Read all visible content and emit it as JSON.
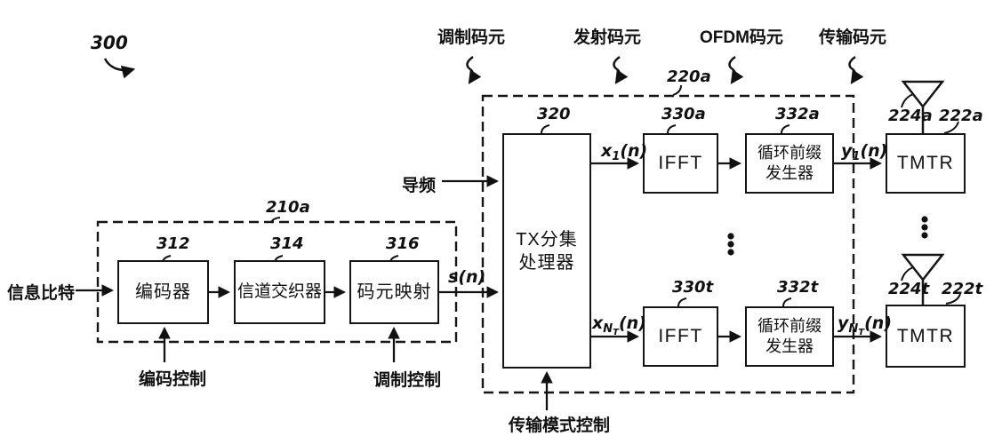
{
  "figure_ref": "300",
  "annotations": {
    "modulation_symbols": "调制码元",
    "transmit_symbols": "发射码元",
    "ofdm_symbols": "OFDM码元",
    "transmission_symbols": "传输码元"
  },
  "inputs": {
    "info_bits": "信息比特",
    "pilot": "导频"
  },
  "controls": {
    "coding": "编码控制",
    "modulation": "调制控制",
    "tx_mode": "传输模式控制"
  },
  "encoder_group": {
    "ref": "210a",
    "encoder": {
      "ref": "312",
      "label": "编码器"
    },
    "interleaver": {
      "ref": "314",
      "label": "信道交织器"
    },
    "mapper": {
      "ref": "316",
      "label": "码元映射"
    }
  },
  "signals": {
    "s": {
      "base": "s",
      "rest": "(n)"
    },
    "x1": {
      "base": "x",
      "sub": "1",
      "rest": "(n)"
    },
    "xNT": {
      "base": "x",
      "sub": "N",
      "subsub": "T",
      "rest": "(n)"
    },
    "y1": {
      "base": "y",
      "sub": "1",
      "rest": "(n)"
    },
    "yNT": {
      "base": "y",
      "sub": "N",
      "subsub": "T",
      "rest": "(n)"
    }
  },
  "ofdm_group": {
    "ref": "220a",
    "tx_diversity": {
      "ref": "320",
      "line1": "TX分集",
      "line2": "处理器"
    },
    "ifft_a": {
      "ref": "330a",
      "label": "IFFT"
    },
    "cp_a": {
      "ref": "332a",
      "line1": "循环前缀",
      "line2": "发生器"
    },
    "ifft_t": {
      "ref": "330t",
      "label": "IFFT"
    },
    "cp_t": {
      "ref": "332t",
      "line1": "循环前缀",
      "line2": "发生器"
    }
  },
  "transmitters": {
    "tmtr_a": {
      "ref": "222a",
      "antenna_ref": "224a",
      "label": "TMTR"
    },
    "tmtr_t": {
      "ref": "222t",
      "antenna_ref": "224t",
      "label": "TMTR"
    }
  }
}
